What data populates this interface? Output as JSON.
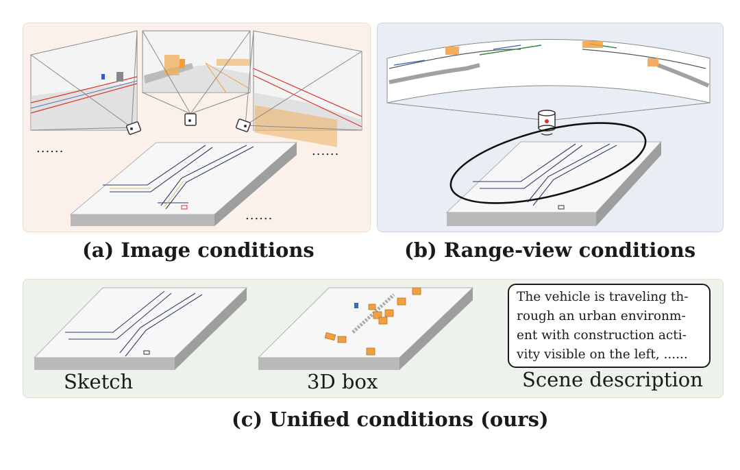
{
  "captions": {
    "a": "(a) Image conditions",
    "b": "(b) Range-view conditions",
    "c": "(c) Unified conditions (ours)"
  },
  "sublabels": {
    "sketch": "Sketch",
    "box": "3D box",
    "scene": "Scene description"
  },
  "ellipsis": "......",
  "scene_text_lines": [
    "The vehicle is traveling th-",
    "rough an urban environm-",
    "ent with construction acti-",
    "vity visible on the left, ......"
  ],
  "colors": {
    "panel_a_bg": "#fbf1ea",
    "panel_b_bg": "#e9edf4",
    "panel_c_bg": "#edf3ea",
    "box_orange": "#f0a040",
    "road_line": "#2e3a66",
    "lidar_red": "#d9332b"
  }
}
